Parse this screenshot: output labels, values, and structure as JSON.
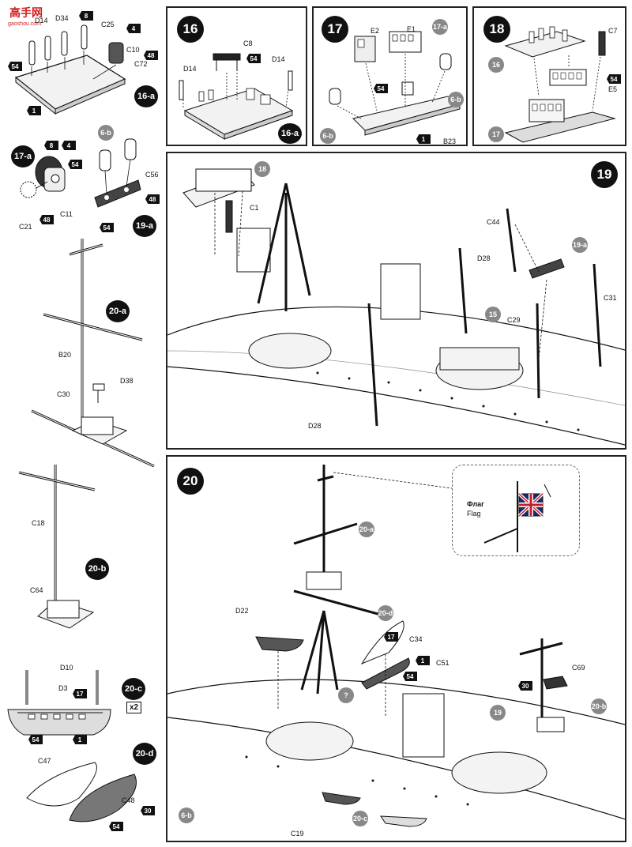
{
  "watermark": {
    "title": "高手网",
    "url": "gaoshou.com"
  },
  "left_column": {
    "s16a": {
      "tag": "16-a",
      "parts": [
        "D14",
        "D34",
        "C25",
        "C10",
        "C72"
      ],
      "paints": [
        "54",
        "8",
        "4",
        "48",
        "1"
      ]
    },
    "s17a": {
      "tag": "17-a",
      "parts": [
        "C11",
        "C21"
      ],
      "paints": [
        "8",
        "4",
        "54",
        "48"
      ]
    },
    "s19a": {
      "tag": "19-a",
      "subrefs": [
        "6-b"
      ],
      "parts": [
        "C56"
      ],
      "paints": [
        "48",
        "54"
      ]
    },
    "s20a": {
      "tag": "20-a",
      "parts": [
        "B20",
        "C30",
        "D38"
      ]
    },
    "s20b": {
      "tag": "20-b",
      "parts": [
        "C18",
        "C64"
      ]
    },
    "s20c": {
      "tag": "20-c",
      "qty": "x2",
      "parts": [
        "D10",
        "D3"
      ],
      "paints": [
        "17",
        "54",
        "1"
      ]
    },
    "s20d": {
      "tag": "20-d",
      "parts": [
        "C47",
        "C48"
      ],
      "paints": [
        "30",
        "54"
      ]
    }
  },
  "step16": {
    "number": "16",
    "subref": "16-a",
    "parts": [
      "C8",
      "D14",
      "D14"
    ],
    "paints": [
      "54"
    ]
  },
  "step17": {
    "number": "17",
    "subrefs": [
      "17-a",
      "6-b",
      "6-b"
    ],
    "parts": [
      "E2",
      "E1",
      "B23"
    ],
    "paints": [
      "54",
      "1"
    ]
  },
  "step18": {
    "number": "18",
    "subrefs": [
      "16",
      "17"
    ],
    "parts": [
      "C7",
      "E5"
    ],
    "paints": [
      "54"
    ]
  },
  "step19": {
    "number": "19",
    "subrefs": [
      "18",
      "19-a",
      "15"
    ],
    "parts": [
      "C1",
      "D28",
      "D28",
      "C44",
      "C29",
      "C31"
    ]
  },
  "step20": {
    "number": "20",
    "subrefs": [
      "20-a",
      "20-d",
      "20-b",
      "19",
      "6-b",
      "20-c"
    ],
    "parts": [
      "D22",
      "C34",
      "C51",
      "C69",
      "C19"
    ],
    "paints": [
      "17",
      "1",
      "54",
      "30"
    ],
    "question": "?",
    "flag": {
      "label_ru": "Флаг",
      "label_en": "Flag"
    }
  }
}
